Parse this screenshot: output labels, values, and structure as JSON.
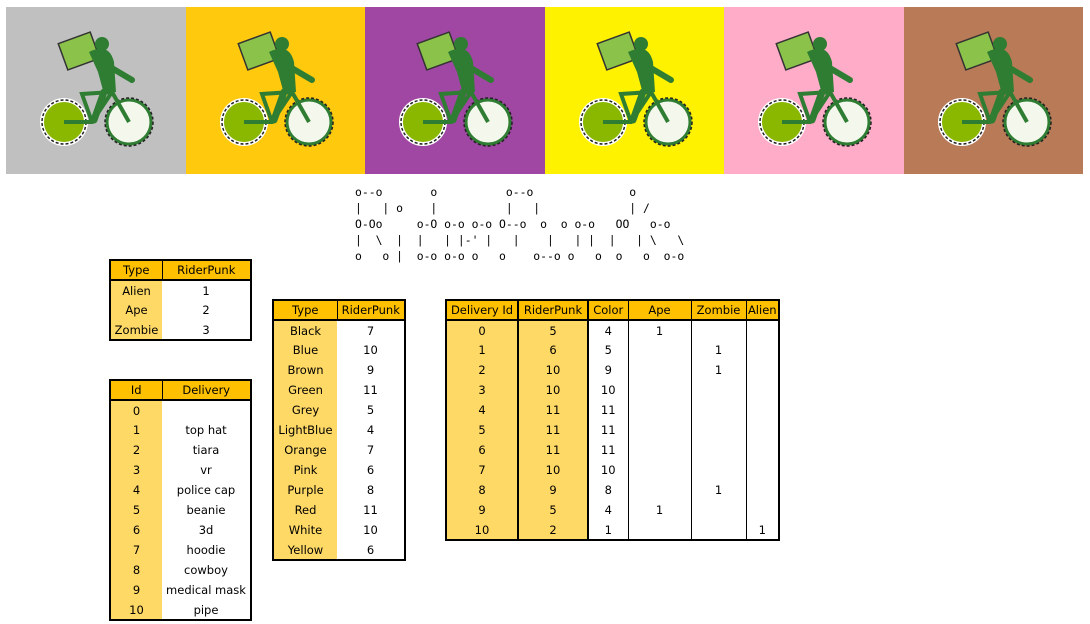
{
  "banner": {
    "tiles": [
      {
        "bg": "#c0c0c0"
      },
      {
        "bg": "#ffc90e"
      },
      {
        "bg": "#9f47a2"
      },
      {
        "bg": "#fff200"
      },
      {
        "bg": "#ffacc9"
      },
      {
        "bg": "#b97a57"
      }
    ]
  },
  "ascii_logo": "o--o       o          o--o              o\n|   | o    |          |   |             | /\nO-Oo     o-O o-o o-o O--o  o  o o-o   OO   o-o\n|  \\  |  |   | |-' |   |    |   | |  |   | \\   \\\no   o |  o-o o-o o   o    o--o o   o  o   o  o-o",
  "type_table": {
    "headers": [
      "Type",
      "RiderPunk"
    ],
    "rows": [
      [
        "Alien",
        "1"
      ],
      [
        "Ape",
        "2"
      ],
      [
        "Zombie",
        "3"
      ]
    ]
  },
  "delivery_table": {
    "headers": [
      "Id",
      "Delivery"
    ],
    "rows": [
      [
        "0",
        ""
      ],
      [
        "1",
        "top hat"
      ],
      [
        "2",
        "tiara"
      ],
      [
        "3",
        "vr"
      ],
      [
        "4",
        "police cap"
      ],
      [
        "5",
        "beanie"
      ],
      [
        "6",
        "3d"
      ],
      [
        "7",
        "hoodie"
      ],
      [
        "8",
        "cowboy"
      ],
      [
        "9",
        "medical mask"
      ],
      [
        "10",
        "pipe"
      ]
    ]
  },
  "color_table": {
    "headers": [
      "Type",
      "RiderPunk"
    ],
    "rows": [
      [
        "Black",
        "7"
      ],
      [
        "Blue",
        "10"
      ],
      [
        "Brown",
        "9"
      ],
      [
        "Green",
        "11"
      ],
      [
        "Grey",
        "5"
      ],
      [
        "LightBlue",
        "4"
      ],
      [
        "Orange",
        "7"
      ],
      [
        "Pink",
        "6"
      ],
      [
        "Purple",
        "8"
      ],
      [
        "Red",
        "11"
      ],
      [
        "White",
        "10"
      ],
      [
        "Yellow",
        "6"
      ]
    ]
  },
  "counts_table": {
    "headers": [
      "Delivery Id",
      "RiderPunk",
      "Color",
      "Ape",
      "Zombie",
      "Alien"
    ],
    "rows": [
      [
        "0",
        "5",
        "4",
        "1",
        "",
        ""
      ],
      [
        "1",
        "6",
        "5",
        "",
        "1",
        ""
      ],
      [
        "2",
        "10",
        "9",
        "",
        "1",
        ""
      ],
      [
        "3",
        "10",
        "10",
        "",
        "",
        ""
      ],
      [
        "4",
        "11",
        "11",
        "",
        "",
        ""
      ],
      [
        "5",
        "11",
        "11",
        "",
        "",
        ""
      ],
      [
        "6",
        "11",
        "11",
        "",
        "",
        ""
      ],
      [
        "7",
        "10",
        "10",
        "",
        "",
        ""
      ],
      [
        "8",
        "9",
        "8",
        "",
        "1",
        ""
      ],
      [
        "9",
        "5",
        "4",
        "1",
        "",
        ""
      ],
      [
        "10",
        "2",
        "1",
        "",
        "",
        "1"
      ]
    ]
  },
  "colors": {
    "header_fill": "#ffc000",
    "key_fill": "#ffd966",
    "rider_green": "#2e7d32",
    "wheel_green": "#8ab800",
    "box_green": "#8bc34a"
  }
}
